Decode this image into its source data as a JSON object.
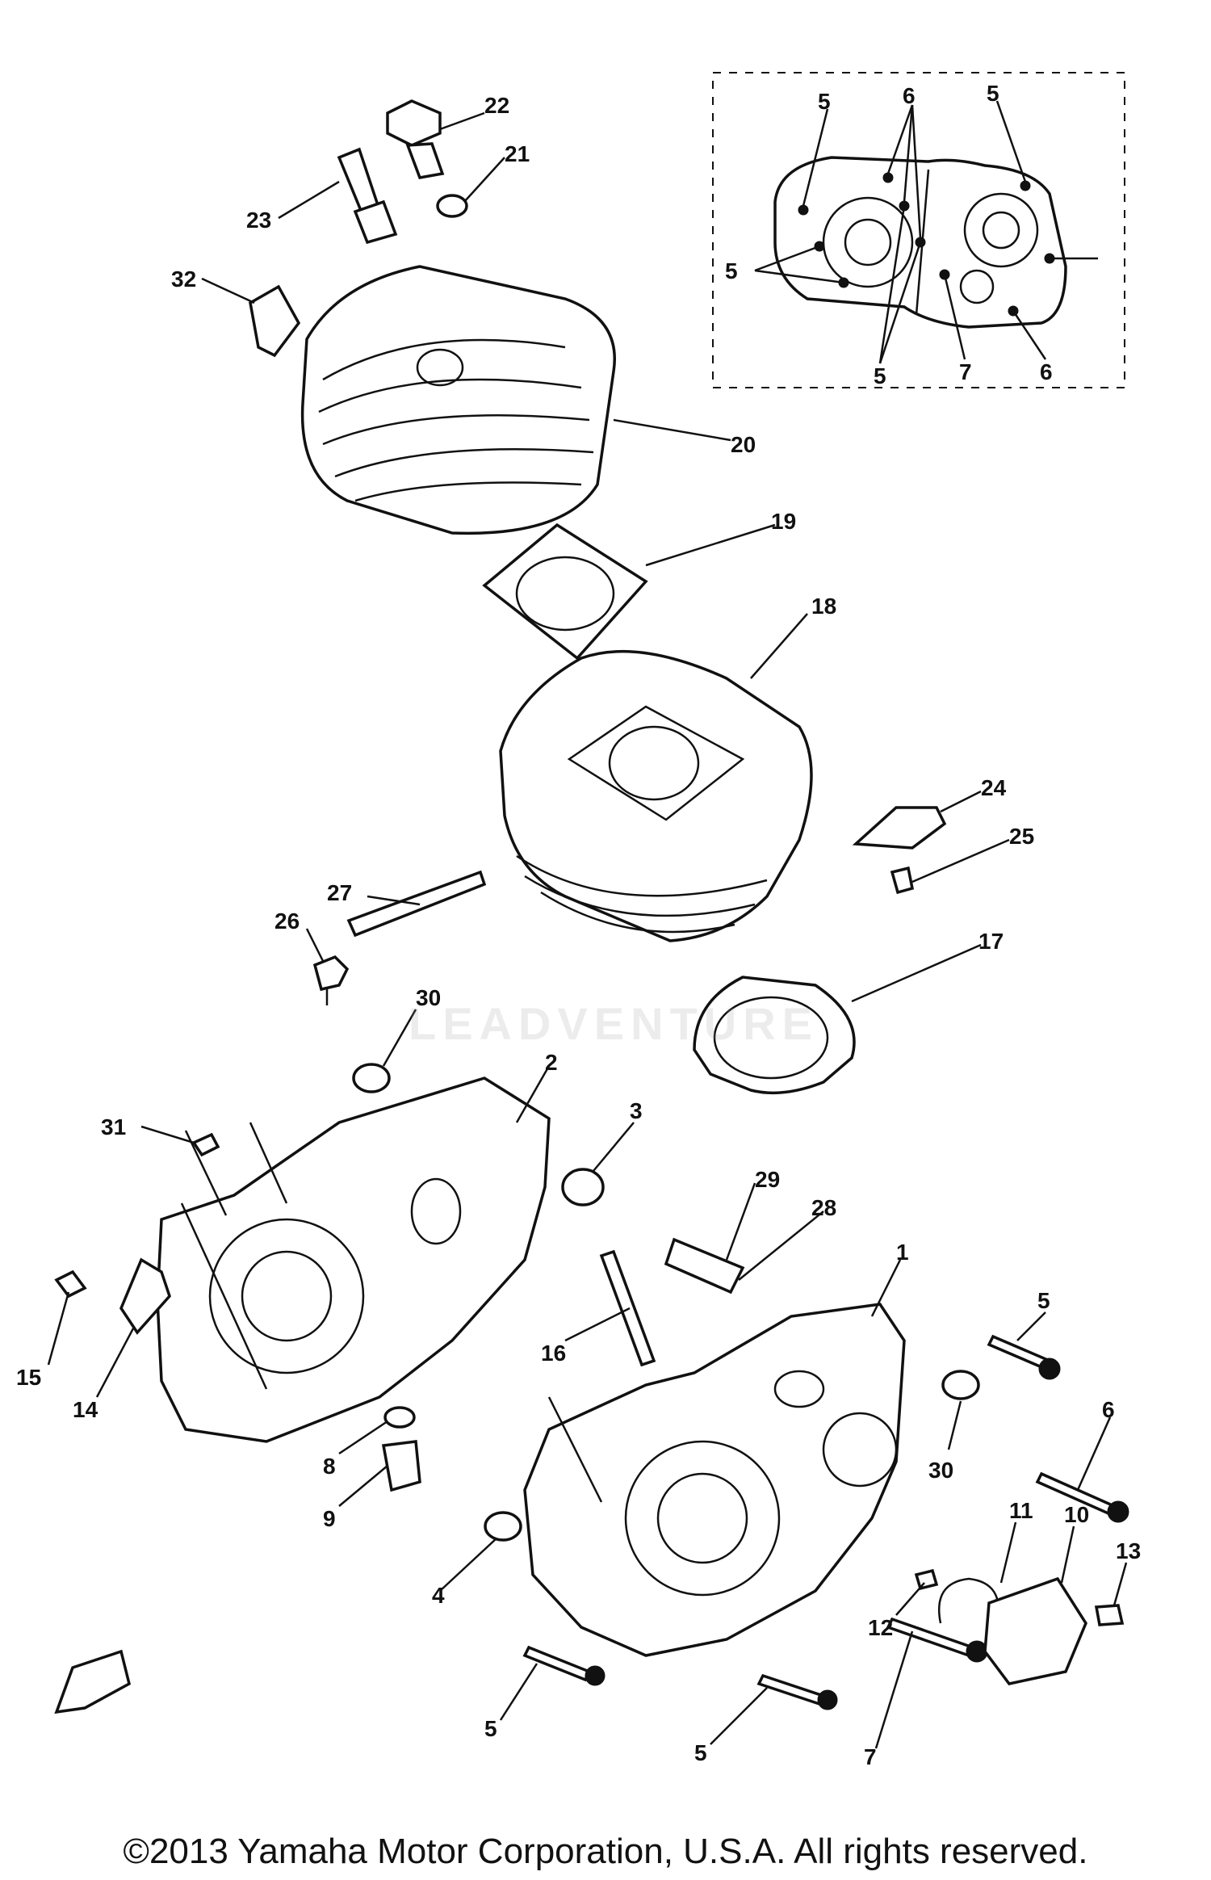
{
  "watermark": "LEADVENTURE",
  "copyright": "©2013 Yamaha Motor Corporation, U.S.A. All rights reserved.",
  "callouts": {
    "c1": "1",
    "c2": "2",
    "c3": "3",
    "c4": "4",
    "c5a": "5",
    "c5b": "5",
    "c5c": "5",
    "c5d": "5",
    "c5e": "5",
    "c5f": "5",
    "c5g": "5",
    "c6a": "6",
    "c6b": "6",
    "c6c": "6",
    "c7a": "7",
    "c7b": "7",
    "c8": "8",
    "c9": "9",
    "c10": "10",
    "c11": "11",
    "c12": "12",
    "c13": "13",
    "c14": "14",
    "c15": "15",
    "c16": "16",
    "c17": "17",
    "c18": "18",
    "c19": "19",
    "c20": "20",
    "c21": "21",
    "c22": "22",
    "c23": "23",
    "c24": "24",
    "c25": "25",
    "c26": "26",
    "c27": "27",
    "c28": "28",
    "c29": "29",
    "c30a": "30",
    "c30b": "30",
    "c31": "31",
    "c32": "32"
  }
}
